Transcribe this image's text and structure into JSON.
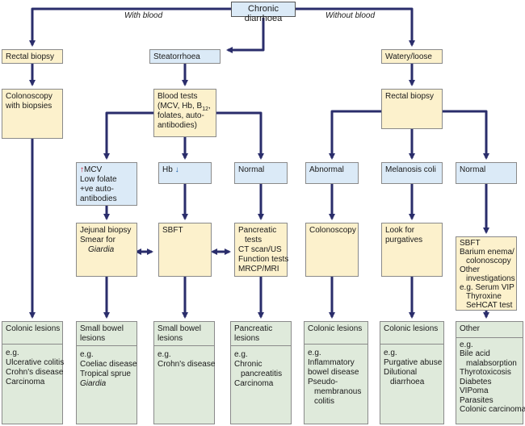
{
  "root": "Chronic diarrhoea",
  "branch_labels": {
    "with_blood": "With blood",
    "without_blood": "Without blood"
  },
  "rectal_biopsy_1": "Rectal biopsy",
  "steatorrhoea": "Steatorrhoea",
  "watery": "Watery/loose",
  "colonoscopy_biopsies": [
    "Colonoscopy",
    "with biopsies"
  ],
  "blood_tests": {
    "l1": "Blood tests",
    "l2a": "(MCV, Hb, B",
    "l2sub": "12",
    "l2b": ",",
    "l3": "folates, auto-",
    "l4": "antibodies)"
  },
  "rectal_biopsy_2": "Rectal biopsy",
  "mcv_box": {
    "up_arrow": "↑",
    "l1": "MCV",
    "l2": "Low folate",
    "l3": "+ve auto-",
    "l4": "antibodies"
  },
  "hb_box": {
    "l1": "Hb",
    "down_arrow": "↓"
  },
  "normal_1": "Normal",
  "abnormal": "Abnormal",
  "melanosis": "Melanosis coli",
  "normal_2": "Normal",
  "jejunal": [
    "Jejunal biopsy",
    "Smear for",
    "Giardia"
  ],
  "sbft": "SBFT",
  "pancreatic_tests": [
    "Pancreatic",
    "tests",
    "CT scan/US",
    "Function tests",
    "MRCP/MRI"
  ],
  "colonoscopy": "Colonoscopy",
  "look_for": [
    "Look for",
    "purgatives"
  ],
  "sbft_list": [
    "SBFT",
    "Barium enema/",
    "colonoscopy",
    "Other",
    "investigations",
    "e.g. Serum VIP",
    "Thyroxine",
    "SeHCAT test"
  ],
  "outcomes": [
    {
      "head": [
        "Colonic lesions"
      ],
      "body": [
        "e.g.",
        "Ulcerative colitis",
        "Crohn's disease",
        "Carcinoma"
      ]
    },
    {
      "head": [
        "Small bowel",
        "lesions"
      ],
      "body": [
        "e.g.",
        "Coeliac disease",
        "Tropical sprue",
        "Giardia"
      ]
    },
    {
      "head": [
        "Small bowel",
        "lesions"
      ],
      "body": [
        "e.g.",
        "Crohn's disease"
      ]
    },
    {
      "head": [
        "Pancreatic",
        "lesions"
      ],
      "body": [
        "e.g.",
        "Chronic",
        "pancreatitis",
        "Carcinoma"
      ]
    },
    {
      "head": [
        "Colonic lesions"
      ],
      "body": [
        "e.g.",
        "Inflammatory",
        "bowel disease",
        "Pseudo-",
        "membranous",
        "colitis"
      ]
    },
    {
      "head": [
        "Colonic lesions"
      ],
      "body": [
        "e.g.",
        "Purgative abuse",
        "Dilutional",
        "diarrhoea"
      ]
    },
    {
      "head": [
        "Other"
      ],
      "body": [
        "e.g.",
        "Bile acid",
        "malabsorption",
        "Thyrotoxicosis",
        "Diabetes",
        "VIPoma",
        "Parasites",
        "Colonic carcinoma"
      ]
    }
  ]
}
